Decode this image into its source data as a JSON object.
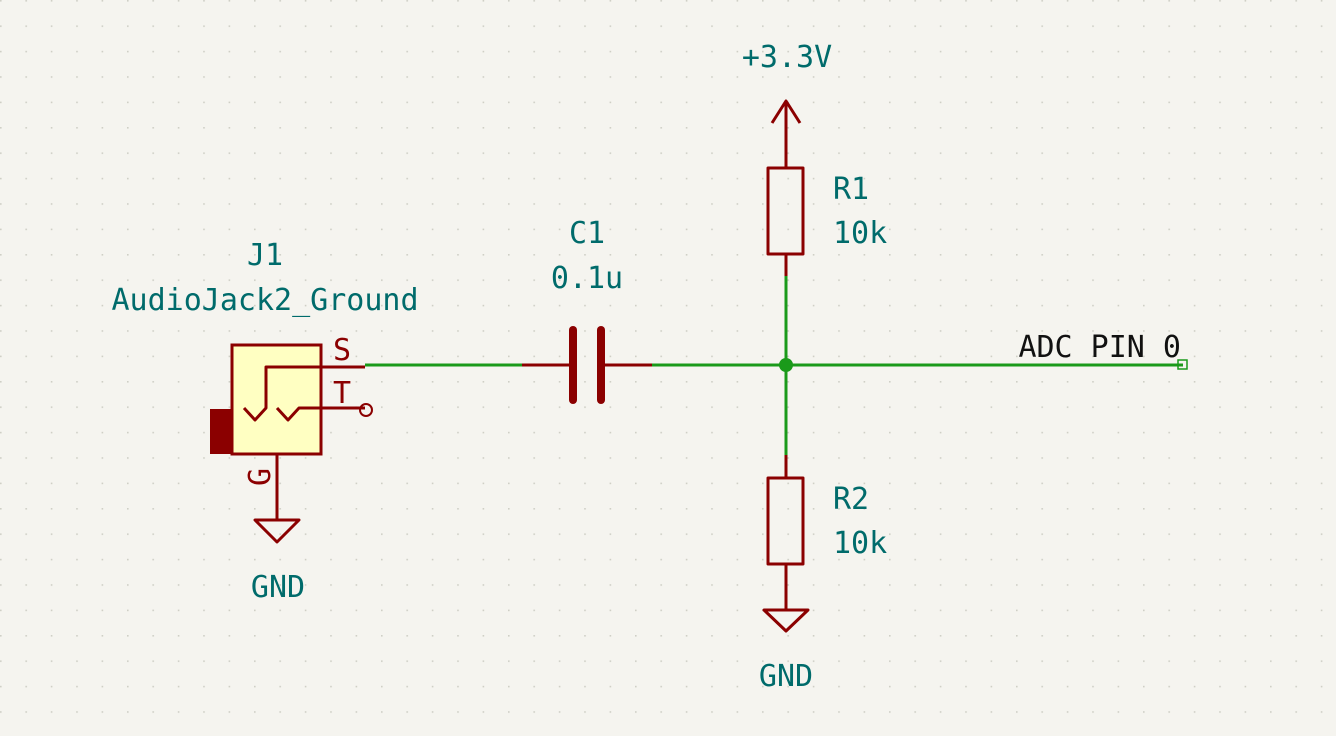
{
  "components": {
    "j1": {
      "ref": "J1",
      "value": "AudioJack2_Ground",
      "pin_s": "S",
      "pin_t": "T",
      "pin_g": "G"
    },
    "c1": {
      "ref": "C1",
      "value": "0.1u"
    },
    "r1": {
      "ref": "R1",
      "value": "10k"
    },
    "r2": {
      "ref": "R2",
      "value": "10k"
    }
  },
  "power": {
    "vcc": "+3.3V",
    "gnd_jack": "GND",
    "gnd_r2": "GND"
  },
  "net_label": "ADC PIN 0",
  "colors": {
    "background": "#f5f4ef",
    "grid_dot": "#c8c8c0",
    "wire": "#1a9a1a",
    "component": "#8b0000",
    "reference_text": "#006b6b",
    "body_fill": "#ffffc2"
  }
}
